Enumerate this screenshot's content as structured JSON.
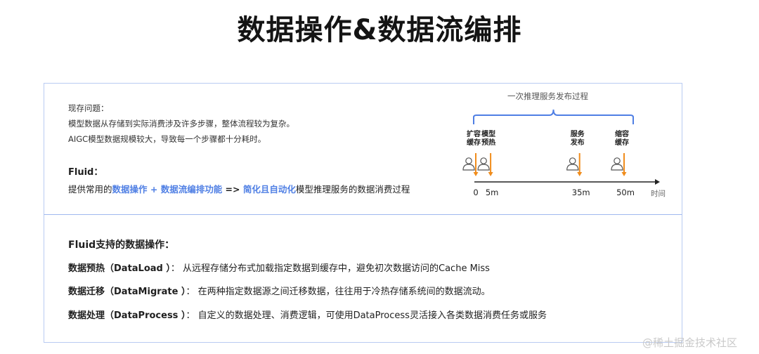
{
  "title": "数据操作&数据流编排",
  "problem": {
    "heading": "现存问题：",
    "line1": "模型数据从存储到实际消费涉及许多步骤，整体流程较为复杂。",
    "line2": "AIGC模型数据规模较大，导致每一个步骤都十分耗时。"
  },
  "fluid": {
    "title": "Fluid：",
    "prefix": "提供常用的",
    "highlight1": "数据操作 + 数据流编排功能",
    "arrow": " => ",
    "highlight2": "简化且自动化",
    "suffix": "模型推理服务的数据消费过程"
  },
  "diagram": {
    "title": "一次推理服务发布过程",
    "time_label": "时间",
    "unit": "m",
    "steps": [
      {
        "line1": "扩容",
        "line2": "缓存",
        "t": 0,
        "tick": "0"
      },
      {
        "line1": "模型",
        "line2": "预热",
        "t": 5,
        "tick": "5m"
      },
      {
        "line1": "服务",
        "line2": "发布",
        "t": 35,
        "tick": "35m"
      },
      {
        "line1": "缩容",
        "line2": "缓存",
        "t": 50,
        "tick": "50m"
      }
    ],
    "colors": {
      "arrow": "#f08c1c",
      "axis": "#222222",
      "brace": "#4f7fe4",
      "person": "#555555"
    }
  },
  "ops": {
    "title": "Fluid支持的数据操作：",
    "items": [
      {
        "name": "数据预热（DataLoad ）",
        "desc": "： 从远程存储分布式加载指定数据到缓存中，避免初次数据访问的Cache Miss"
      },
      {
        "name": "数据迁移（DataMigrate ）",
        "desc": "： 在两种指定数据源之间迁移数据，往往用于冷热存储系统间的数据流动。"
      },
      {
        "name": "数据处理（DataProcess ）",
        "desc": "： 自定义的数据处理、消费逻辑，可使用DataProcess灵活接入各类数据消费任务或服务"
      }
    ]
  },
  "watermark": "@稀土掘金技术社区"
}
